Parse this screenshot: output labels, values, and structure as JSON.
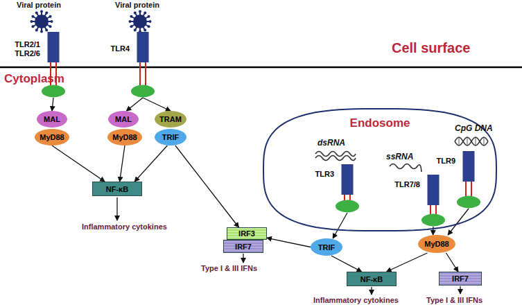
{
  "diagram": {
    "nodes": [
      {
        "text": [
          "Endosome"
        ]
      },
      {
        "text": [
          "TLR2/1 TLR2/6"
        ]
      },
      {
        "text": [
          "TLR4"
        ]
      },
      {
        "text": [
          "MAL"
        ]
      },
      {
        "text": [
          "MyD88"
        ]
      },
      {
        "text": [
          "MAL"
        ]
      },
      {
        "text": [
          "MyD88"
        ]
      },
      {
        "text": [
          "TRAM"
        ]
      },
      {
        "text": [
          "TRIF"
        ]
      },
      {
        "text": [
          "NF-κB"
        ]
      },
      {
        "text": [
          "IRF3"
        ]
      },
      {
        "text": [
          "IRF7"
        ]
      },
      {
        "text": [
          "TLR3"
        ],
        "in": 0
      },
      {
        "text": [
          "TLR7/8"
        ],
        "in": 0
      },
      {
        "text": [
          "TLR9"
        ],
        "in": 0
      },
      {
        "text": [
          "TRIF"
        ]
      },
      {
        "text": [
          "MyD88"
        ]
      },
      {
        "text": [
          "NF-κB"
        ]
      },
      {
        "text": [
          "IRF7"
        ]
      }
    ],
    "edges": [
      {
        "from": 1,
        "to": 3,
        "arrow": "to"
      },
      {
        "from": 4,
        "to": 9,
        "arrow": "to"
      },
      {
        "from": 2,
        "to": 5,
        "arrow": "to"
      },
      {
        "from": 2,
        "to": 7,
        "arrow": "to"
      },
      {
        "from": 6,
        "to": 9,
        "arrow": "to"
      },
      {
        "from": 8,
        "to": 9,
        "arrow": "to"
      },
      {
        "from": 8,
        "to": 10,
        "arrow": "to"
      },
      {
        "from": 12,
        "to": 15,
        "arrow": "to"
      },
      {
        "from": 15,
        "to": 10,
        "arrow": "to"
      },
      {
        "from": 15,
        "to": 17,
        "arrow": "to"
      },
      {
        "from": 13,
        "to": 16,
        "arrow": "to"
      },
      {
        "from": 14,
        "to": 16,
        "arrow": "to"
      },
      {
        "from": 16,
        "to": 17,
        "arrow": "to"
      },
      {
        "from": 16,
        "to": 18,
        "arrow": "to"
      }
    ],
    "labels": [
      "Cell surface",
      "Cytoplasm",
      "Viral protein",
      "Viral protein",
      "dsRNA",
      "ssRNA",
      "CpG DNA",
      "Inflammatory cytokines",
      "Type I & III IFNs",
      "Inflammatory cytokines",
      "Type I & III IFNs"
    ]
  }
}
